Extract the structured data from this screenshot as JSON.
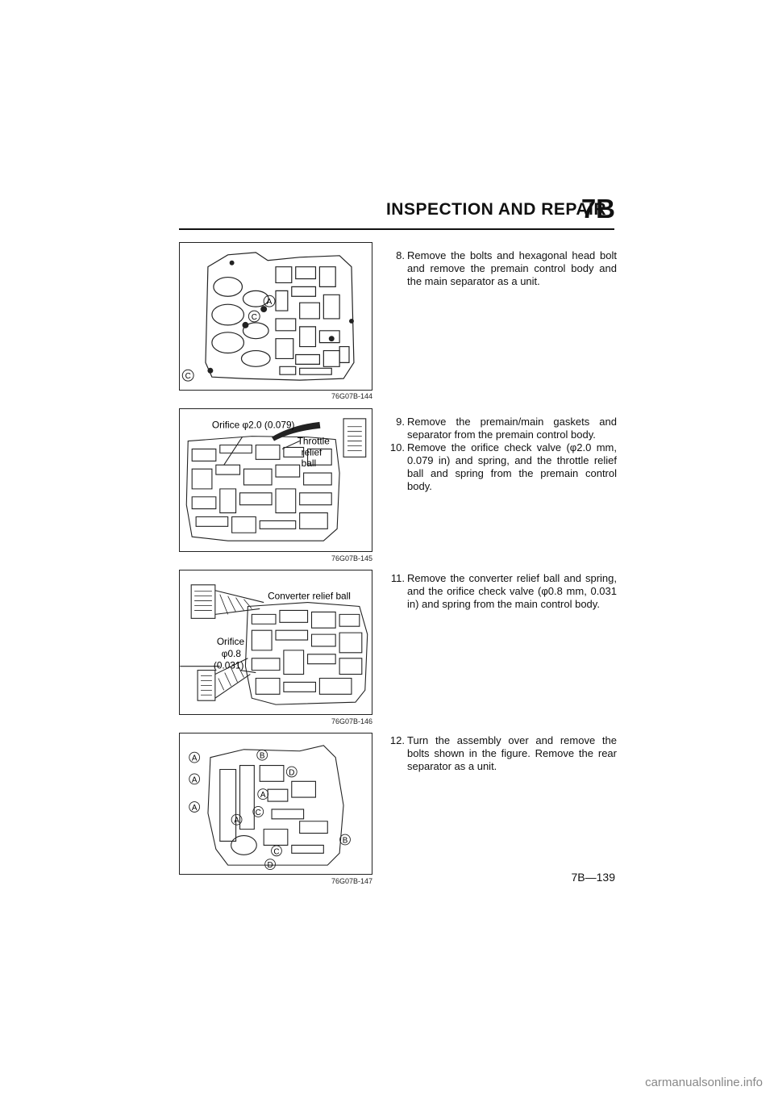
{
  "header": {
    "title": "INSPECTION AND REPAIR",
    "section_code": "7B"
  },
  "figures": [
    {
      "code": "76G07B-144",
      "labels": [
        "A",
        "C",
        "C"
      ]
    },
    {
      "code": "76G07B-145",
      "labels": [
        "Orifice φ2.0 (0.079)",
        "Throttle",
        "relief",
        "ball"
      ]
    },
    {
      "code": "76G07B-146",
      "labels": [
        "Converter relief ball",
        "Orifice",
        "φ0.8",
        "(0.031)"
      ]
    },
    {
      "code": "76G07B-147",
      "labels": [
        "A",
        "B",
        "C",
        "D"
      ]
    }
  ],
  "steps": [
    {
      "num": "8.",
      "text": "Remove the bolts and hexagonal head bolt and remove the premain control body and the main separator as a unit."
    },
    {
      "num": "9.",
      "text": "Remove the premain/main gaskets and separator from the premain control body."
    },
    {
      "num": "10.",
      "text": "Remove the orifice check valve (φ2.0 mm, 0.079 in) and spring, and the throttle relief ball and spring from the premain control body."
    },
    {
      "num": "11.",
      "text": "Remove the converter relief ball and spring, and the orifice check valve (φ0.8 mm, 0.031 in) and spring from the main control body."
    },
    {
      "num": "12.",
      "text": "Turn the assembly over and remove the bolts shown in the figure. Remove the rear separator as a unit."
    }
  ],
  "page_number": "7B—139",
  "watermark": "carmanualsonline.info"
}
